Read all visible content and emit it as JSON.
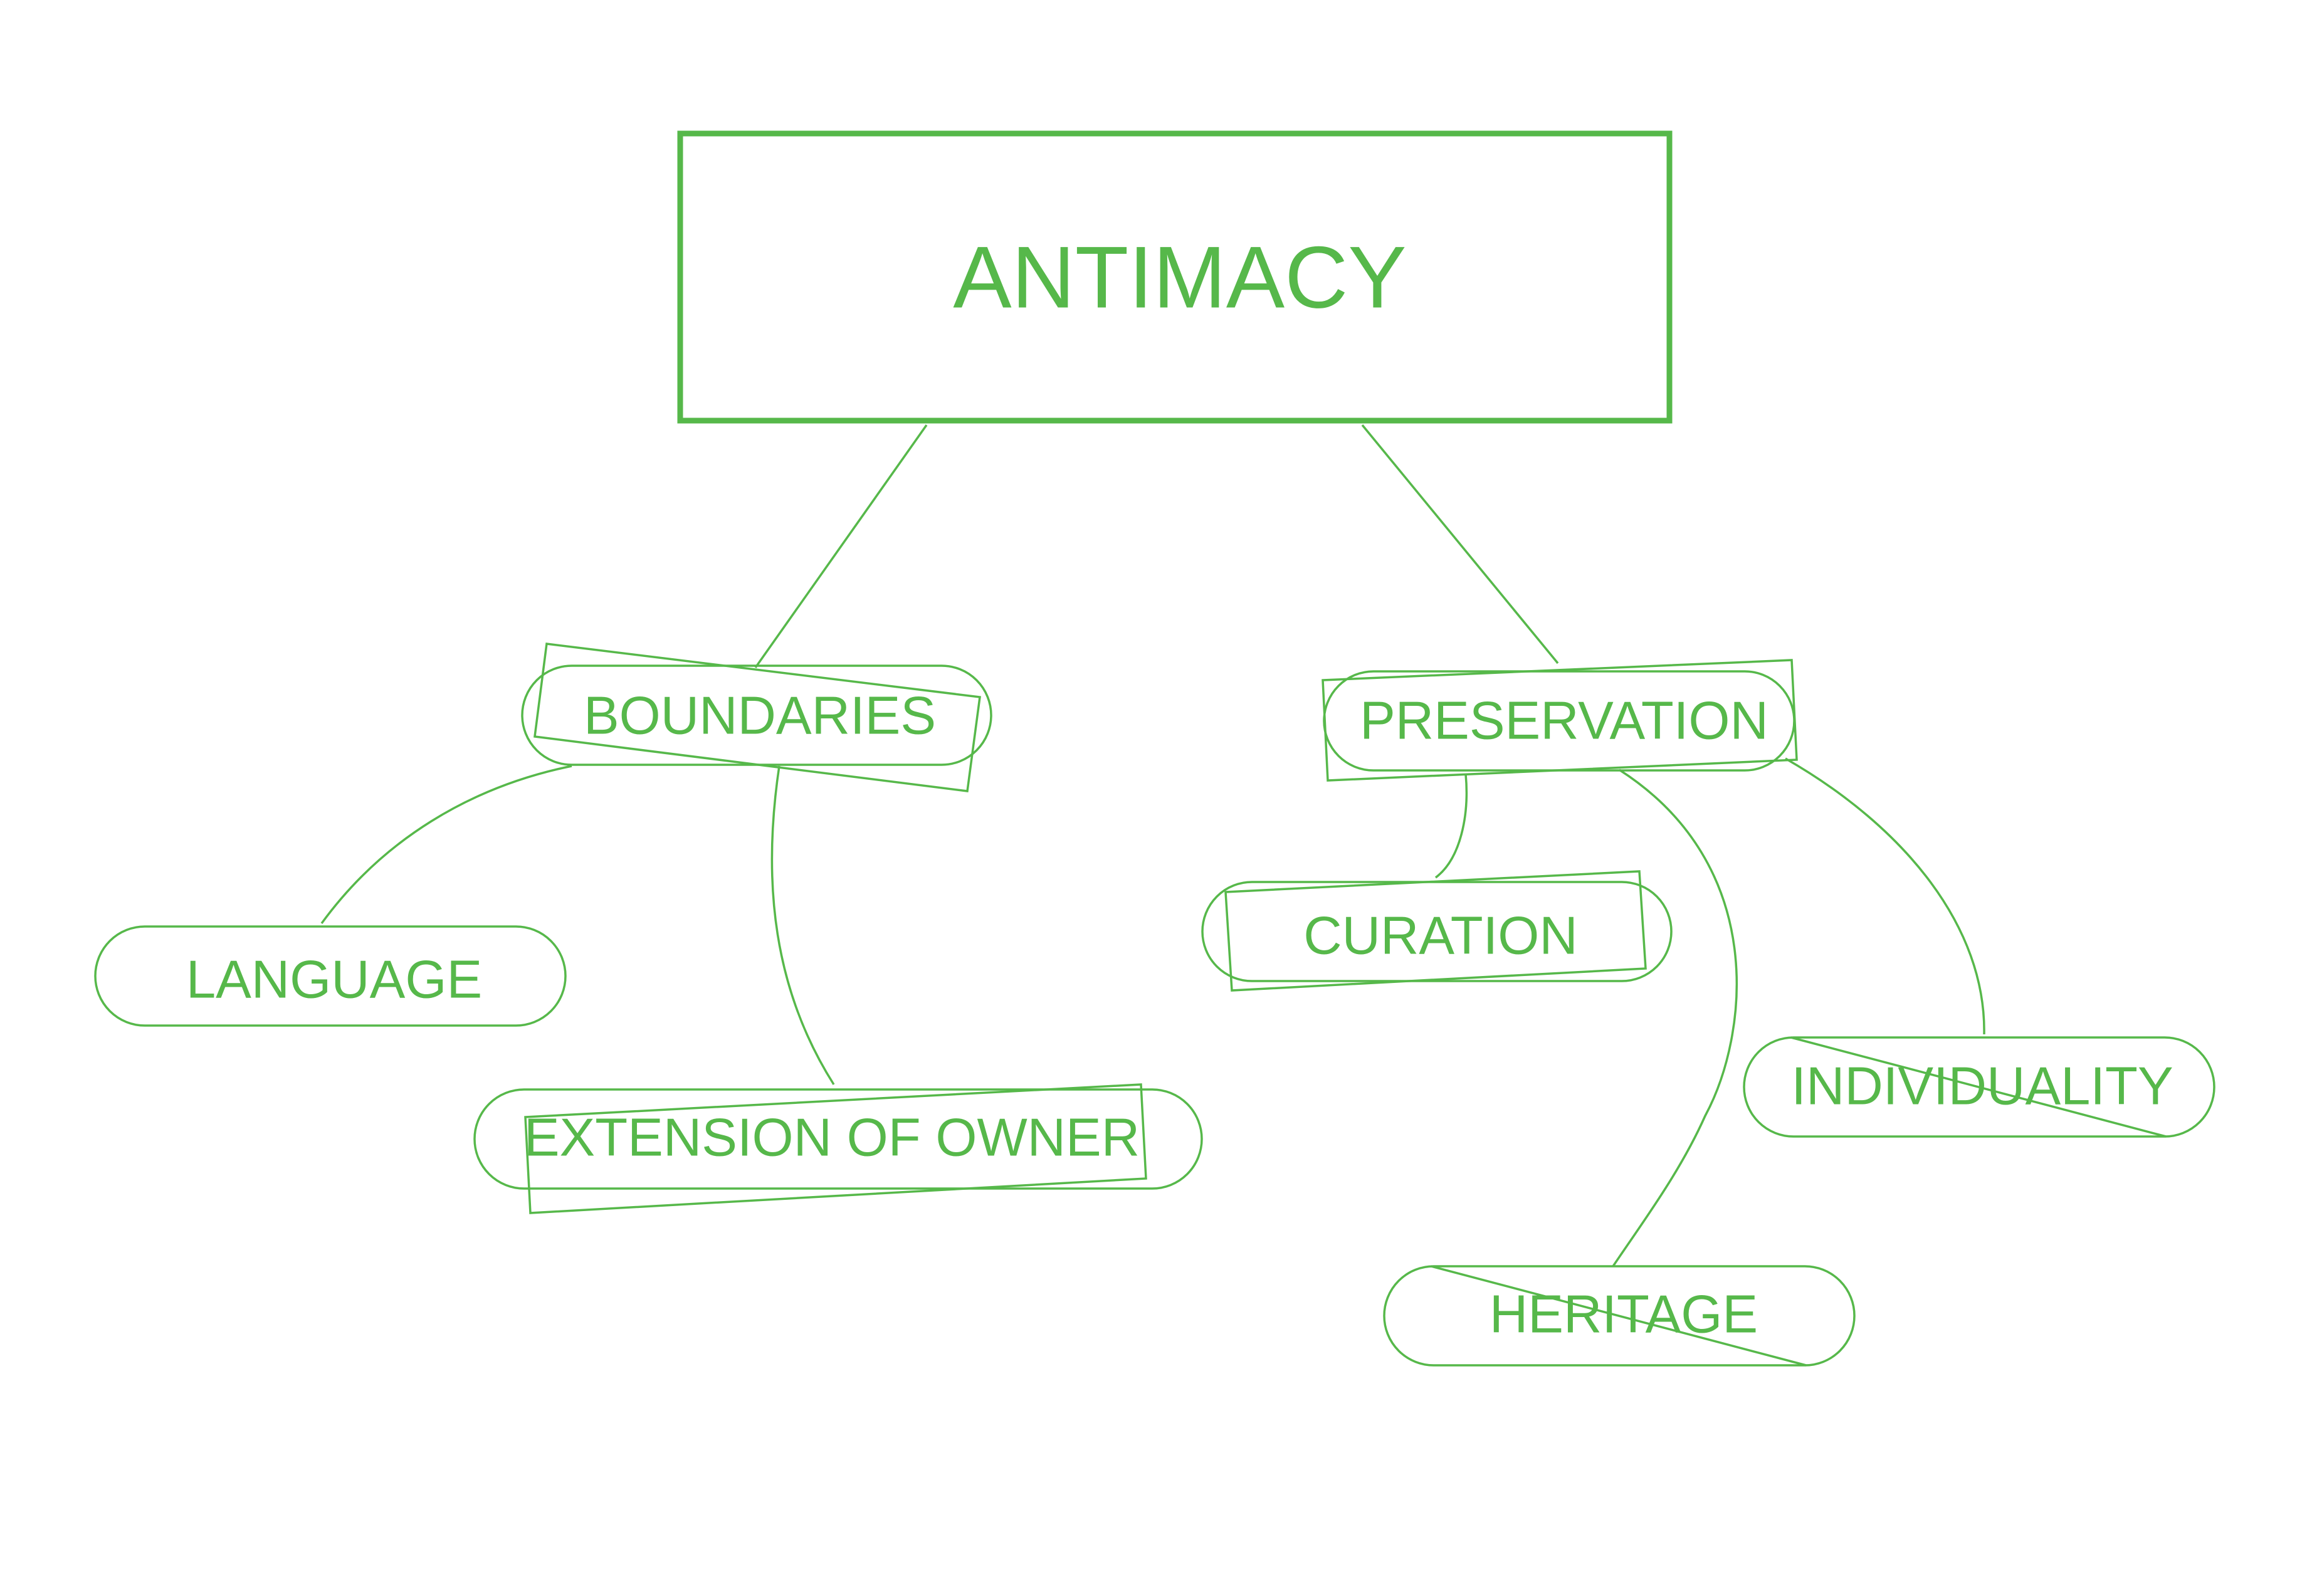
{
  "diagram": {
    "accent_color": "#56b84a",
    "background_color": "#ffffff",
    "root": {
      "label": "ANTIMACY"
    },
    "nodes": [
      {
        "id": "boundaries",
        "label": "BOUNDARIES",
        "parent": "root",
        "overlay": "rotated-rectangle"
      },
      {
        "id": "preservation",
        "label": "PRESERVATION",
        "parent": "root",
        "overlay": "rotated-rectangle"
      },
      {
        "id": "language",
        "label": "LANGUAGE",
        "parent": "boundaries",
        "overlay": "none"
      },
      {
        "id": "extension-of-owner",
        "label": "EXTENSION OF OWNER",
        "parent": "boundaries",
        "overlay": "rotated-rectangle"
      },
      {
        "id": "curation",
        "label": "CURATION",
        "parent": "preservation",
        "overlay": "rotated-rectangle"
      },
      {
        "id": "individuality",
        "label": "INDIVIDUALITY",
        "parent": "preservation",
        "overlay": "strike-diagonal"
      },
      {
        "id": "heritage",
        "label": "HERITAGE",
        "parent": "preservation",
        "overlay": "strike-diagonal"
      }
    ]
  }
}
